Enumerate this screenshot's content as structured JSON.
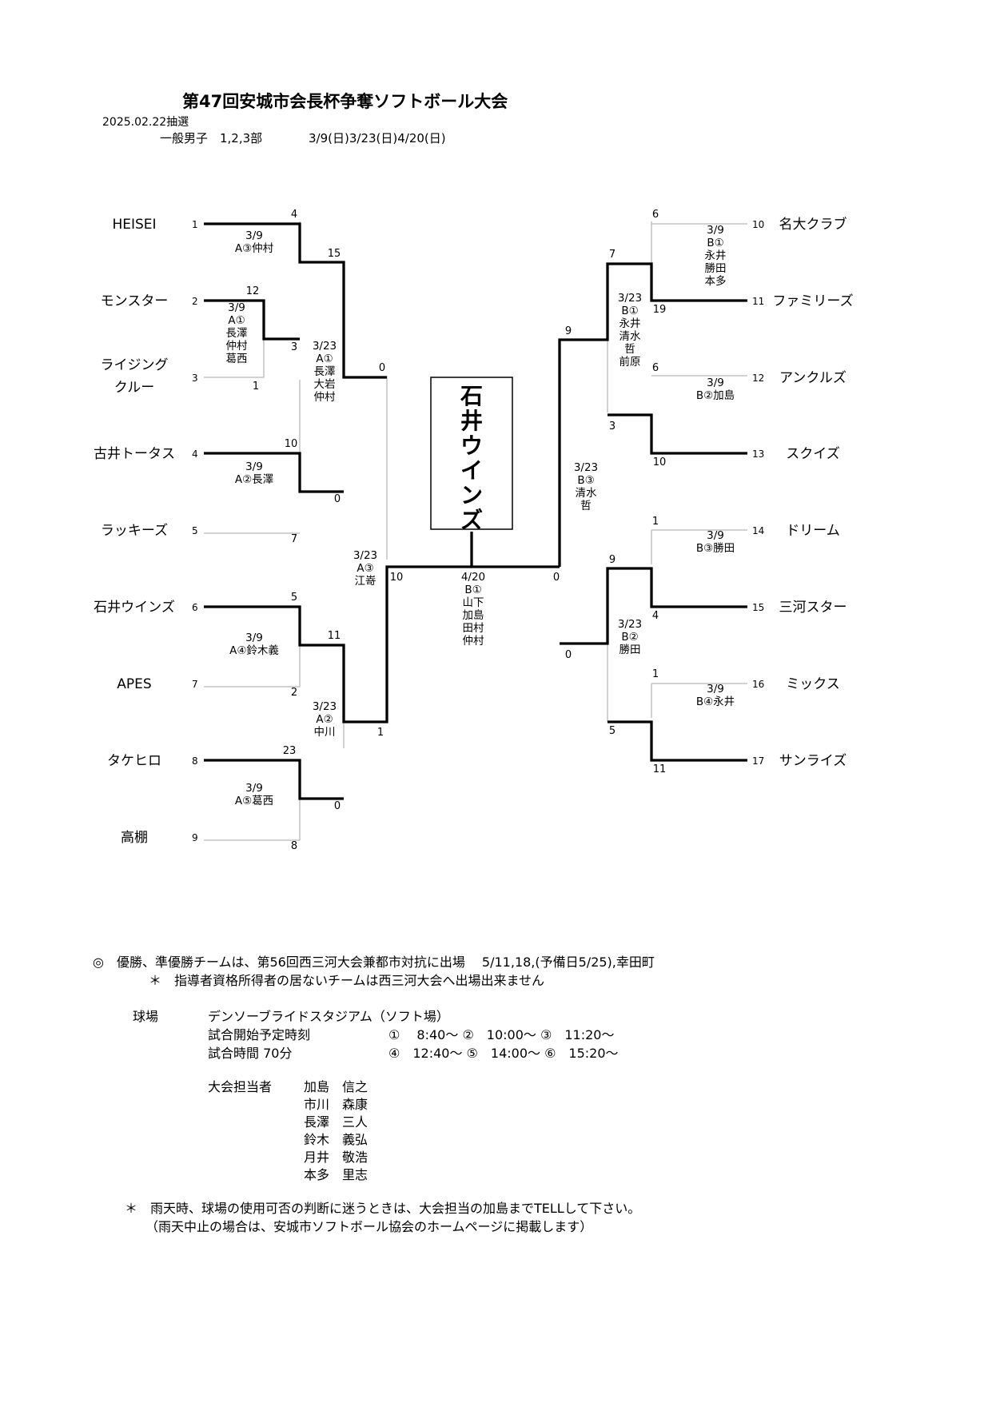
{
  "header": {
    "title": "第47回安城市会長杯争奪ソフトボール大会",
    "draw_date": "2025.02.22抽選",
    "division": "一般男子　1,2,3部",
    "schedule": "3/9(日)3/23(日)4/20(日)"
  },
  "left_teams": [
    {
      "seed": "1",
      "name": "HEISEI"
    },
    {
      "seed": "2",
      "name": "モンスター"
    },
    {
      "seed": "3",
      "name": "ライジング",
      "name2": "クルー"
    },
    {
      "seed": "4",
      "name": "古井トータス"
    },
    {
      "seed": "5",
      "name": "ラッキーズ"
    },
    {
      "seed": "6",
      "name": "石井ウインズ"
    },
    {
      "seed": "7",
      "name": "APES"
    },
    {
      "seed": "8",
      "name": "タケヒロ"
    },
    {
      "seed": "9",
      "name": "高棚"
    }
  ],
  "right_teams": [
    {
      "seed": "10",
      "name": "名大クラブ"
    },
    {
      "seed": "11",
      "name": "ファミリーズ"
    },
    {
      "seed": "12",
      "name": "アンクルズ"
    },
    {
      "seed": "13",
      "name": "スクイズ"
    },
    {
      "seed": "14",
      "name": "ドリーム"
    },
    {
      "seed": "15",
      "name": "三河スター"
    },
    {
      "seed": "16",
      "name": "ミックス"
    },
    {
      "seed": "17",
      "name": "サンライズ"
    }
  ],
  "scores": {
    "l_1": "4",
    "l_2_3": "12",
    "l_3": "1",
    "l_23": "3",
    "l_1_r2": "15",
    "l_4": "10",
    "l_5": "7",
    "l_45": "0",
    "l_top_semi": "0",
    "l_6": "5",
    "l_7": "2",
    "l_6_r2": "11",
    "l_8": "23",
    "l_9": "8",
    "l_89": "0",
    "l_bot_semi": "1",
    "l_final": "10",
    "r_10": "6",
    "r_11": "19",
    "r_1011": "7",
    "r_12": "6",
    "r_13": "10",
    "r_1213": "3",
    "r_top_semi": "9",
    "r_14": "1",
    "r_15": "4",
    "r_1415": "9",
    "r_16": "1",
    "r_17": "11",
    "r_1617": "5",
    "r_bot_semi": "0",
    "r_final": "0"
  },
  "games": {
    "l_g1": [
      "3/9",
      "A③仲村"
    ],
    "l_g2": [
      "3/9",
      "A①",
      "長澤",
      "仲村",
      "葛西"
    ],
    "l_g3": [
      "3/23",
      "A①",
      "長澤",
      "大岩",
      "仲村"
    ],
    "l_g4": [
      "3/9",
      "A②長澤"
    ],
    "l_g5": [
      "3/23",
      "A③",
      "江嵜"
    ],
    "l_g6": [
      "3/9",
      "A④鈴木義"
    ],
    "l_g7": [
      "3/23",
      "A②",
      "中川"
    ],
    "l_g8": [
      "3/9",
      "A⑤葛西"
    ],
    "final": [
      "4/20",
      "B①",
      "山下",
      "加島",
      "田村",
      "仲村"
    ],
    "r_g1": [
      "3/9",
      "B①",
      "永井",
      "勝田",
      "本多"
    ],
    "r_g2": [
      "3/23",
      "B①",
      "永井",
      "清水",
      "哲",
      "前原"
    ],
    "r_g3": [
      "3/9",
      "B②加島"
    ],
    "r_g4": [
      "3/23",
      "B③",
      "清水",
      "哲"
    ],
    "r_g5": [
      "3/9",
      "B③勝田"
    ],
    "r_g6": [
      "3/23",
      "B②",
      "勝田"
    ],
    "r_g7": [
      "3/9",
      "B④永井"
    ]
  },
  "champion": "石井ウインズ",
  "notes": {
    "line1": "◎　優勝、準優勝チームは、第56回西三河大会兼都市対抗に出場　 5/11,18,(予備日5/25),幸田町",
    "line2": "＊　指導者資格所得者の居ないチームは西三河大会へ出場出来ません",
    "venue_label": "球場",
    "venue": "デンソーブライドスタジアム（ソフト場）",
    "start_label": "試合開始予定時刻",
    "start_times1": "①　 8:40～ ②　10:00～ ③　11:20～",
    "duration_label": "試合時間 70分",
    "start_times2": "④　12:40～ ⑤　14:00～ ⑥　15:20～",
    "staff_label": "大会担当者",
    "staff": [
      "加島　信之",
      "市川　森康",
      "長澤　三人",
      "鈴木　義弘",
      "月井　敬浩",
      "本多　里志"
    ],
    "rain1": "＊　雨天時、球場の使用可否の判断に迷うときは、大会担当の加島までTELLして下さい。",
    "rain2": "（雨天中止の場合は、安城市ソフトボール協会のホームページに掲載します）"
  }
}
